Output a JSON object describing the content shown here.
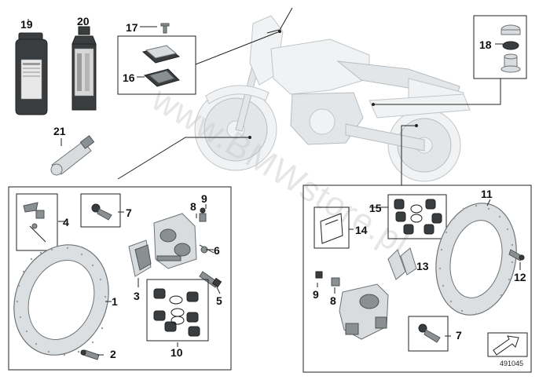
{
  "diagram": {
    "watermark": "www.BMWstore.pl",
    "reference_number": "491045",
    "callouts": {
      "c1": "1",
      "c2": "2",
      "c3": "3",
      "c4": "4",
      "c5": "5",
      "c6": "6",
      "c7a": "7",
      "c7b": "7",
      "c8a": "8",
      "c8b": "8",
      "c9a": "9",
      "c9b": "9",
      "c10": "10",
      "c11": "11",
      "c12": "12",
      "c13": "13",
      "c14": "14",
      "c15": "15",
      "c16": "16",
      "c17": "17",
      "c18": "18",
      "c19": "19",
      "c20": "20",
      "c21": "21"
    },
    "icons": {
      "motorcycle": "motorcycle-illustration",
      "direction": "arrow-icon"
    },
    "colors": {
      "outline": "#222222",
      "watermark": "#c8c8c8",
      "bike_fill": "#f0f2f3",
      "part_dark": "#3a3d3f"
    }
  }
}
